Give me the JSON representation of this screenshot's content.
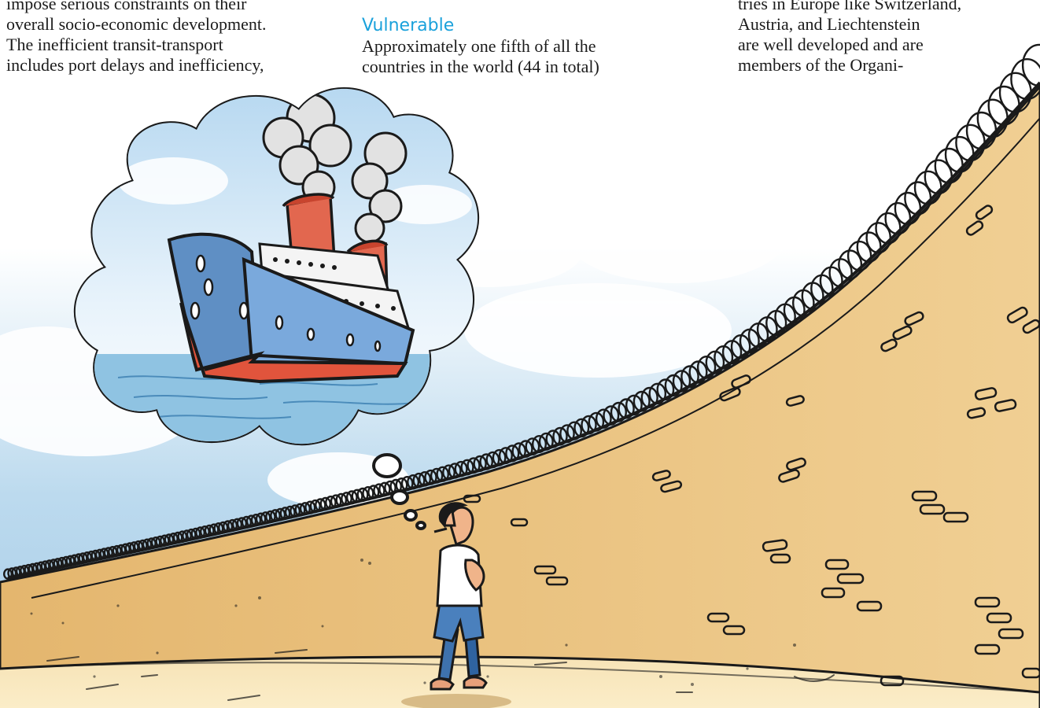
{
  "text": {
    "col1": [
      "impose serious constraints on their",
      "overall socio-economic development.",
      "The inefficient transit-transport",
      "includes port delays and inefficiency,"
    ],
    "col2": {
      "heading": "Vulnerable",
      "lines": [
        "Approximately one fifth of all the",
        "countries in the world (44 in total)"
      ]
    },
    "col3": [
      "tries in Europe like Switzerland,",
      "Austria, and Liechtenstein",
      "are well developed and are",
      "members of the Organi-"
    ]
  },
  "colors": {
    "heading_blue": "#1aa1db",
    "sky": "#b9d9ee",
    "ground": "#f3dca2",
    "wall": "#e7bd74",
    "wall_dark": "#cf9c55",
    "hull_blue": "#6a9fd6",
    "hull_red": "#e1543c",
    "funnel": "#e2674f",
    "water": "#8fc3e2"
  }
}
